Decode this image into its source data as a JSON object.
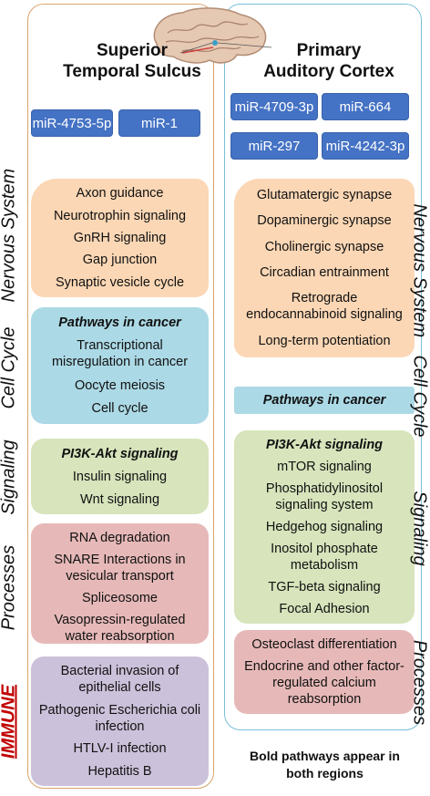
{
  "left_region": {
    "title_line1": "Superior",
    "title_line2": "Temporal Sulcus",
    "mirnas": [
      "miR-4753-5p",
      "miR-1"
    ],
    "categories": {
      "nervous_system": "Nervous System",
      "cell_cycle": "Cell Cycle",
      "signaling": "Signaling",
      "processes": "Processes",
      "immune": "IMMUNE"
    },
    "boxes": {
      "nervous": [
        "Axon guidance",
        "Neurotrophin signaling",
        "GnRH signaling",
        "Gap junction",
        "Synaptic vesicle cycle"
      ],
      "cell_cycle_bold": "Pathways in cancer",
      "cell_cycle": [
        "Transcriptional misregulation in cancer",
        "Oocyte meiosis",
        "Cell cycle"
      ],
      "signaling_bold": "PI3K-Akt signaling",
      "signaling": [
        "Insulin signaling",
        "Wnt signaling"
      ],
      "processes": [
        "RNA degradation",
        "SNARE Interactions in vesicular transport",
        "Spliceosome",
        "Vasopressin-regulated water reabsorption"
      ],
      "immune": [
        "Bacterial invasion of epithelial cells",
        "Pathogenic Escherichia coli infection",
        "HTLV-I infection",
        "Hepatitis B"
      ]
    }
  },
  "right_region": {
    "title_line1": "Primary",
    "title_line2": "Auditory Cortex",
    "mirnas": [
      "miR-4709-3p",
      "miR-664",
      "miR-297",
      "miR-4242-3p"
    ],
    "categories": {
      "nervous_system": "Nervous System",
      "cell_cycle": "Cell Cycle",
      "signaling": "Signaling",
      "processes": "Processes"
    },
    "boxes": {
      "nervous": [
        "Glutamatergic synapse",
        "Dopaminergic synapse",
        "Cholinergic synapse",
        "Circadian entrainment",
        "Retrograde endocannabinoid signaling",
        "Long-term potentiation"
      ],
      "cell_cycle_bold": "Pathways in cancer",
      "signaling_bold": "PI3K-Akt signaling",
      "signaling": [
        "mTOR signaling",
        "Phosphatidylinositol signaling system",
        "Hedgehog signaling",
        "Inositol phosphate metabolism",
        "TGF-beta signaling",
        "Focal Adhesion"
      ],
      "processes": [
        "Osteoclast differentiation",
        "Endocrine and other factor-regulated calcium reabsorption"
      ]
    }
  },
  "legend": {
    "line1": "Bold pathways appear in",
    "line2": "both regions"
  },
  "colors": {
    "mirna": "#4472c4",
    "nervous": "#fbd7b5",
    "cell_cycle": "#acd9e6",
    "signaling": "#d7e4bc",
    "processes": "#e6b9b8",
    "immune": "#ccc1da",
    "left_border": "#d9a56b",
    "right_border": "#79bfd8",
    "immune_text": "#c00000"
  }
}
